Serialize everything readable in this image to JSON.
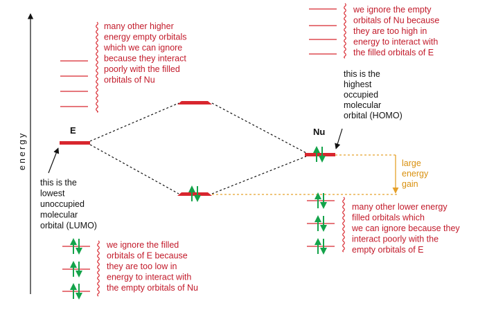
{
  "colors": {
    "red": "#d8262e",
    "red_text": "#c21a2a",
    "green": "#14a34a",
    "orange": "#e5a02a",
    "black": "#111111"
  },
  "axis": {
    "label": "energy"
  },
  "labels": {
    "E": "E",
    "Nu": "Nu",
    "top_left_note": [
      "many other higher",
      "energy empty orbitals",
      "which we can ignore",
      "because they interact",
      "poorly with the filled",
      "orbitals of Nu"
    ],
    "top_right_note": [
      "we ignore the empty",
      "orbitals of Nu because",
      "they are too high in",
      "energy to interact with",
      "the filled orbitals of E"
    ],
    "homo_note": [
      "this is the",
      "highest",
      "occupied",
      "molecular",
      "orbital (HOMO)"
    ],
    "lumo_note": [
      "this is the",
      "lowest",
      "unoccupied",
      "molecular",
      "orbital (LUMO)"
    ],
    "gain_note": [
      "large",
      "energy",
      "gain"
    ],
    "bottom_right_note": [
      "many other lower energy",
      "filled orbitals which",
      "we can ignore because they",
      "interact poorly with the",
      "empty orbitals of E"
    ],
    "bottom_left_note": [
      "we ignore the filled",
      "orbitals of E because",
      "they are too low in",
      "energy to interact with",
      "the empty orbitals of Nu"
    ]
  },
  "icons": {
    "axis_arrow": "arrow-up-icon",
    "electron_pair": "up-down-arrows-icon",
    "wavy_brace": "wavy-line-icon"
  }
}
